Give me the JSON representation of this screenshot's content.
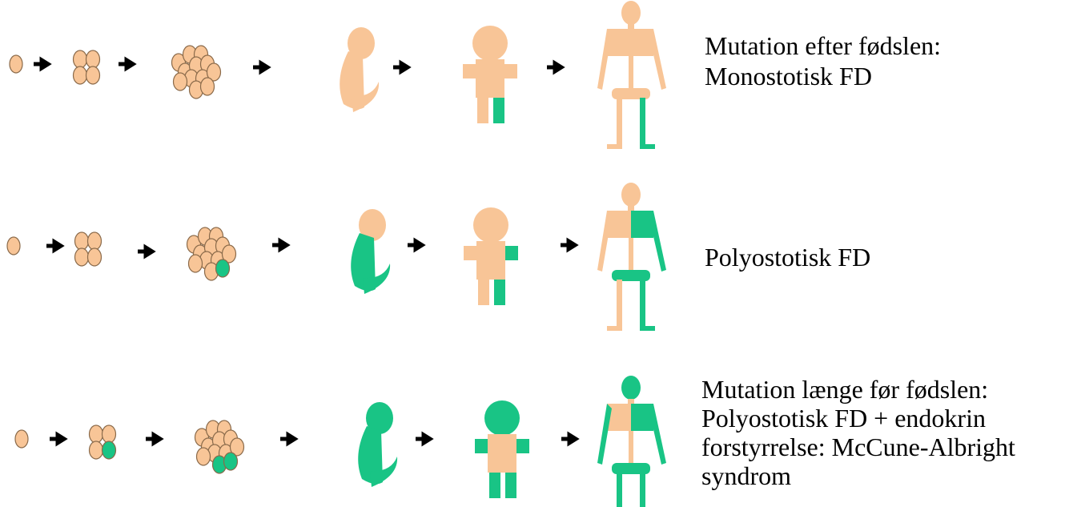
{
  "colors": {
    "normal": "#f8c597",
    "mutated": "#19c485",
    "cell_outline": "#8a6a4a",
    "arrow": "#000000"
  },
  "rows": [
    {
      "id": "row-monostotic",
      "stages_mutated": {
        "zygote": 0,
        "four_cell": 0,
        "morula": 0,
        "embryo": [],
        "child": [
          "right-leg"
        ],
        "adult": [
          "right-leg"
        ]
      },
      "label_lines": [
        "Mutation efter fødslen:",
        "Monostotisk FD"
      ]
    },
    {
      "id": "row-polyostotic",
      "stages_mutated": {
        "zygote": 0,
        "four_cell": 0,
        "morula": 1,
        "embryo": [
          "torso",
          "tail"
        ],
        "child": [
          "right-arm",
          "right-leg"
        ],
        "adult": [
          "right-chest",
          "right-arm",
          "pelvis",
          "right-leg"
        ]
      },
      "label_lines": [
        "Polyostotisk FD"
      ]
    },
    {
      "id": "row-mccune-albright",
      "stages_mutated": {
        "zygote": 0,
        "four_cell": 1,
        "morula": 2,
        "embryo": [
          "head",
          "torso",
          "tail"
        ],
        "child": [
          "head",
          "arms",
          "legs"
        ],
        "adult": [
          "head",
          "right-chest",
          "arms",
          "pelvis",
          "legs"
        ]
      },
      "label_lines": [
        "Mutation længe før fødslen:",
        "Polyostotisk FD + endokrin",
        "forstyrrelse: McCune-Albright",
        "syndrom"
      ]
    }
  ]
}
